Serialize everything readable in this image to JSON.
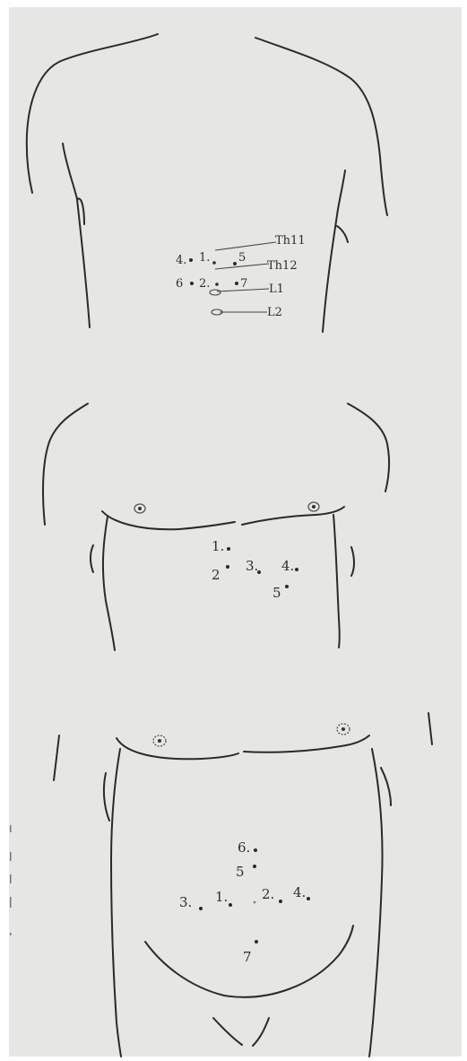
{
  "back": {
    "left_points": [
      "4.",
      "1.",
      "6",
      "2."
    ],
    "right_points": [
      "5",
      "7"
    ],
    "vertebrae": [
      "Th11",
      "Th12",
      "L1",
      "L2"
    ]
  },
  "chest": {
    "points": [
      "1.",
      "2",
      "3.",
      "4.",
      "5"
    ]
  },
  "abdomen": {
    "points": [
      "6.",
      "5",
      "3.",
      "1.",
      "2.",
      "4.",
      "7"
    ]
  }
}
